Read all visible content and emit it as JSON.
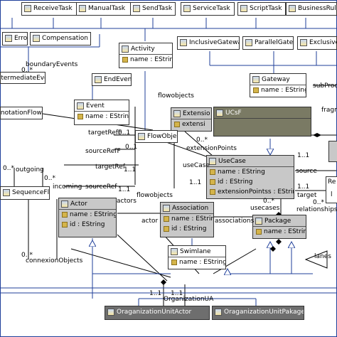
{
  "classes": {
    "receive_task": {
      "name": "ReceiveTask"
    },
    "manual_task": {
      "name": "ManualTask"
    },
    "send_task": {
      "name": "SendTask"
    },
    "service_task": {
      "name": "ServiceTask"
    },
    "script_task": {
      "name": "ScriptTask"
    },
    "business_rule": {
      "name": "BusinessRuleTa"
    },
    "error": {
      "name": "Error"
    },
    "compensation": {
      "name": "Compensation"
    },
    "activity": {
      "name": "Activity",
      "attr": "name : EString"
    },
    "inclusive_gateway": {
      "name": "InclusiveGateway"
    },
    "parallel_gateway": {
      "name": "ParallelGateway"
    },
    "exclusive_gateway": {
      "name": "ExclusiveG"
    },
    "intermediate_event": {
      "name": "IntermediateEvent"
    },
    "end_event": {
      "name": "EndEvent"
    },
    "gateway": {
      "name": "Gateway",
      "attr": "name : EString"
    },
    "annotation_flow": {
      "name": "AnnotationFlow"
    },
    "event": {
      "name": "Event",
      "attr": "name : EString"
    },
    "extension": {
      "name": "Extensio",
      "attr": "extensi"
    },
    "ucsf": {
      "name": "UCsF"
    },
    "flow_object": {
      "name": "FlowObject"
    },
    "usecase": {
      "name": "UseCase",
      "attrs": [
        "name : EString",
        "id : EString",
        "extensionPointss : EString"
      ]
    },
    "sequence_flow": {
      "name": "SequenceFlow"
    },
    "actor": {
      "name": "Actor",
      "attrs": [
        "name : EString",
        "id : EString"
      ]
    },
    "association": {
      "name": "Association",
      "attrs": [
        "name : EString",
        "id : EString"
      ]
    },
    "package": {
      "name": "Package",
      "attr": "name : EString"
    },
    "swimlane": {
      "name": "Swimlane",
      "attr": "name : EString"
    },
    "org_unit_actor": {
      "name": "OraganizationUnitActor"
    },
    "org_unit_pakage": {
      "name": "OraganizationUnitPakage"
    }
  },
  "labels": {
    "boundary_events": "boundaryEvents",
    "mult_boundary": "0..*",
    "flowobjects_top": "flowobjects",
    "subprocess": "subProce",
    "fragm": "fragm",
    "target_ref_f": "targetRefF",
    "mult_target_ref_f": "0..1",
    "source_ref_f": "sourceRefF",
    "mult_source_ref_f": "0..1",
    "target_ref": "targetRef",
    "mult_target_ref": "1..1",
    "source_ref": "sourceRef",
    "mult_source_ref": "1..1",
    "outgoing": "outgoing",
    "incoming": "incoming",
    "mult_outgoing": "0..*",
    "mult_incoming": "0..*",
    "extension_points": "extensionPoints",
    "mult_ext_points": "0..*",
    "usecase_role": "useCase",
    "mult_usecase_role": "1..1",
    "mult_1_1_a": "1..1",
    "source_right": "source",
    "target_right": "target",
    "relationships": "relationships",
    "mult_rel": "0..*",
    "mult_1_1_b": "1..1",
    "flowobjects_mid": "flowobjects",
    "actors": "actors",
    "actor_role": "actor",
    "associations": "associations",
    "usecases": "usecases",
    "mult_usecases": "0..*",
    "conexion_objects": "connexionObjects",
    "mult_conexion": "0..*",
    "lanes": "lanes",
    "organization_ua": "OrganizationUA",
    "mult_org_ua": "1..1",
    "mult_1_1_c": "1..1",
    "right_edge_r": "Re",
    "right_edge_l": "l"
  },
  "colors": {
    "gray_class": "#c8c8c8",
    "dark_class": "#6e6e6e",
    "selection": "#1f3f9a"
  }
}
